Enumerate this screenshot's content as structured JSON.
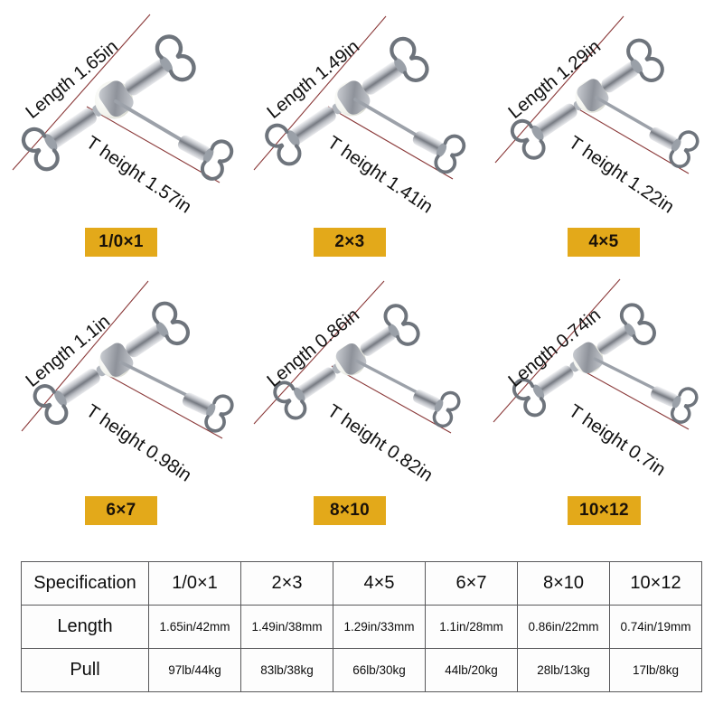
{
  "page": {
    "background_color": "#ffffff",
    "accent_chip_color": "#e3a91a",
    "dimension_line_color": "#8b3a3a",
    "table_border_color": "#58585a"
  },
  "products": [
    {
      "chip_label": "1/0×1",
      "length_caption": "Length 1.65in",
      "height_caption": "T height 1.57in",
      "photo_icon": "fishing-t-swivel-photo"
    },
    {
      "chip_label": "2×3",
      "length_caption": "Length 1.49in",
      "height_caption": "T height 1.41in",
      "photo_icon": "fishing-t-swivel-photo"
    },
    {
      "chip_label": "4×5",
      "length_caption": "Length 1.29in",
      "height_caption": "T height 1.22in",
      "photo_icon": "fishing-t-swivel-photo"
    },
    {
      "chip_label": "6×7",
      "length_caption": "Length 1.1in",
      "height_caption": "T height 0.98in",
      "photo_icon": "fishing-t-swivel-photo"
    },
    {
      "chip_label": "8×10",
      "length_caption": "Length 0.86in",
      "height_caption": "T height 0.82in",
      "photo_icon": "fishing-t-swivel-photo"
    },
    {
      "chip_label": "10×12",
      "length_caption": "Length 0.74in",
      "height_caption": "T height  0.7in",
      "photo_icon": "fishing-t-swivel-photo"
    }
  ],
  "spec_table": {
    "header": {
      "label": "Specification",
      "columns": [
        "1/0×1",
        "2×3",
        "4×5",
        "6×7",
        "8×10",
        "10×12"
      ]
    },
    "rows": [
      {
        "name": "Length",
        "values": [
          "1.65in/42mm",
          "1.49in/38mm",
          "1.29in/33mm",
          "1.1in/28mm",
          "0.86in/22mm",
          "0.74in/19mm"
        ]
      },
      {
        "name": "Pull",
        "values": [
          "97lb/44kg",
          "83lb/38kg",
          "66lb/30kg",
          "44lb/20kg",
          "28lb/13kg",
          "17lb/8kg"
        ]
      }
    ]
  }
}
